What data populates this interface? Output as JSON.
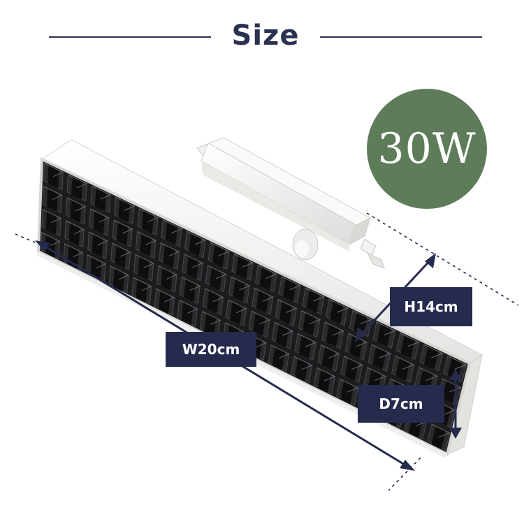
{
  "title": "Size",
  "badge": {
    "text": "30W",
    "color": "#5e7c5a"
  },
  "dimensions": {
    "height": "H14cm",
    "width": "W20cm",
    "depth": "D7cm"
  },
  "colors": {
    "navy": "#262b4d",
    "title": "#2b3150",
    "product": "#f4f4f2",
    "grille": "#1c1c1e"
  }
}
